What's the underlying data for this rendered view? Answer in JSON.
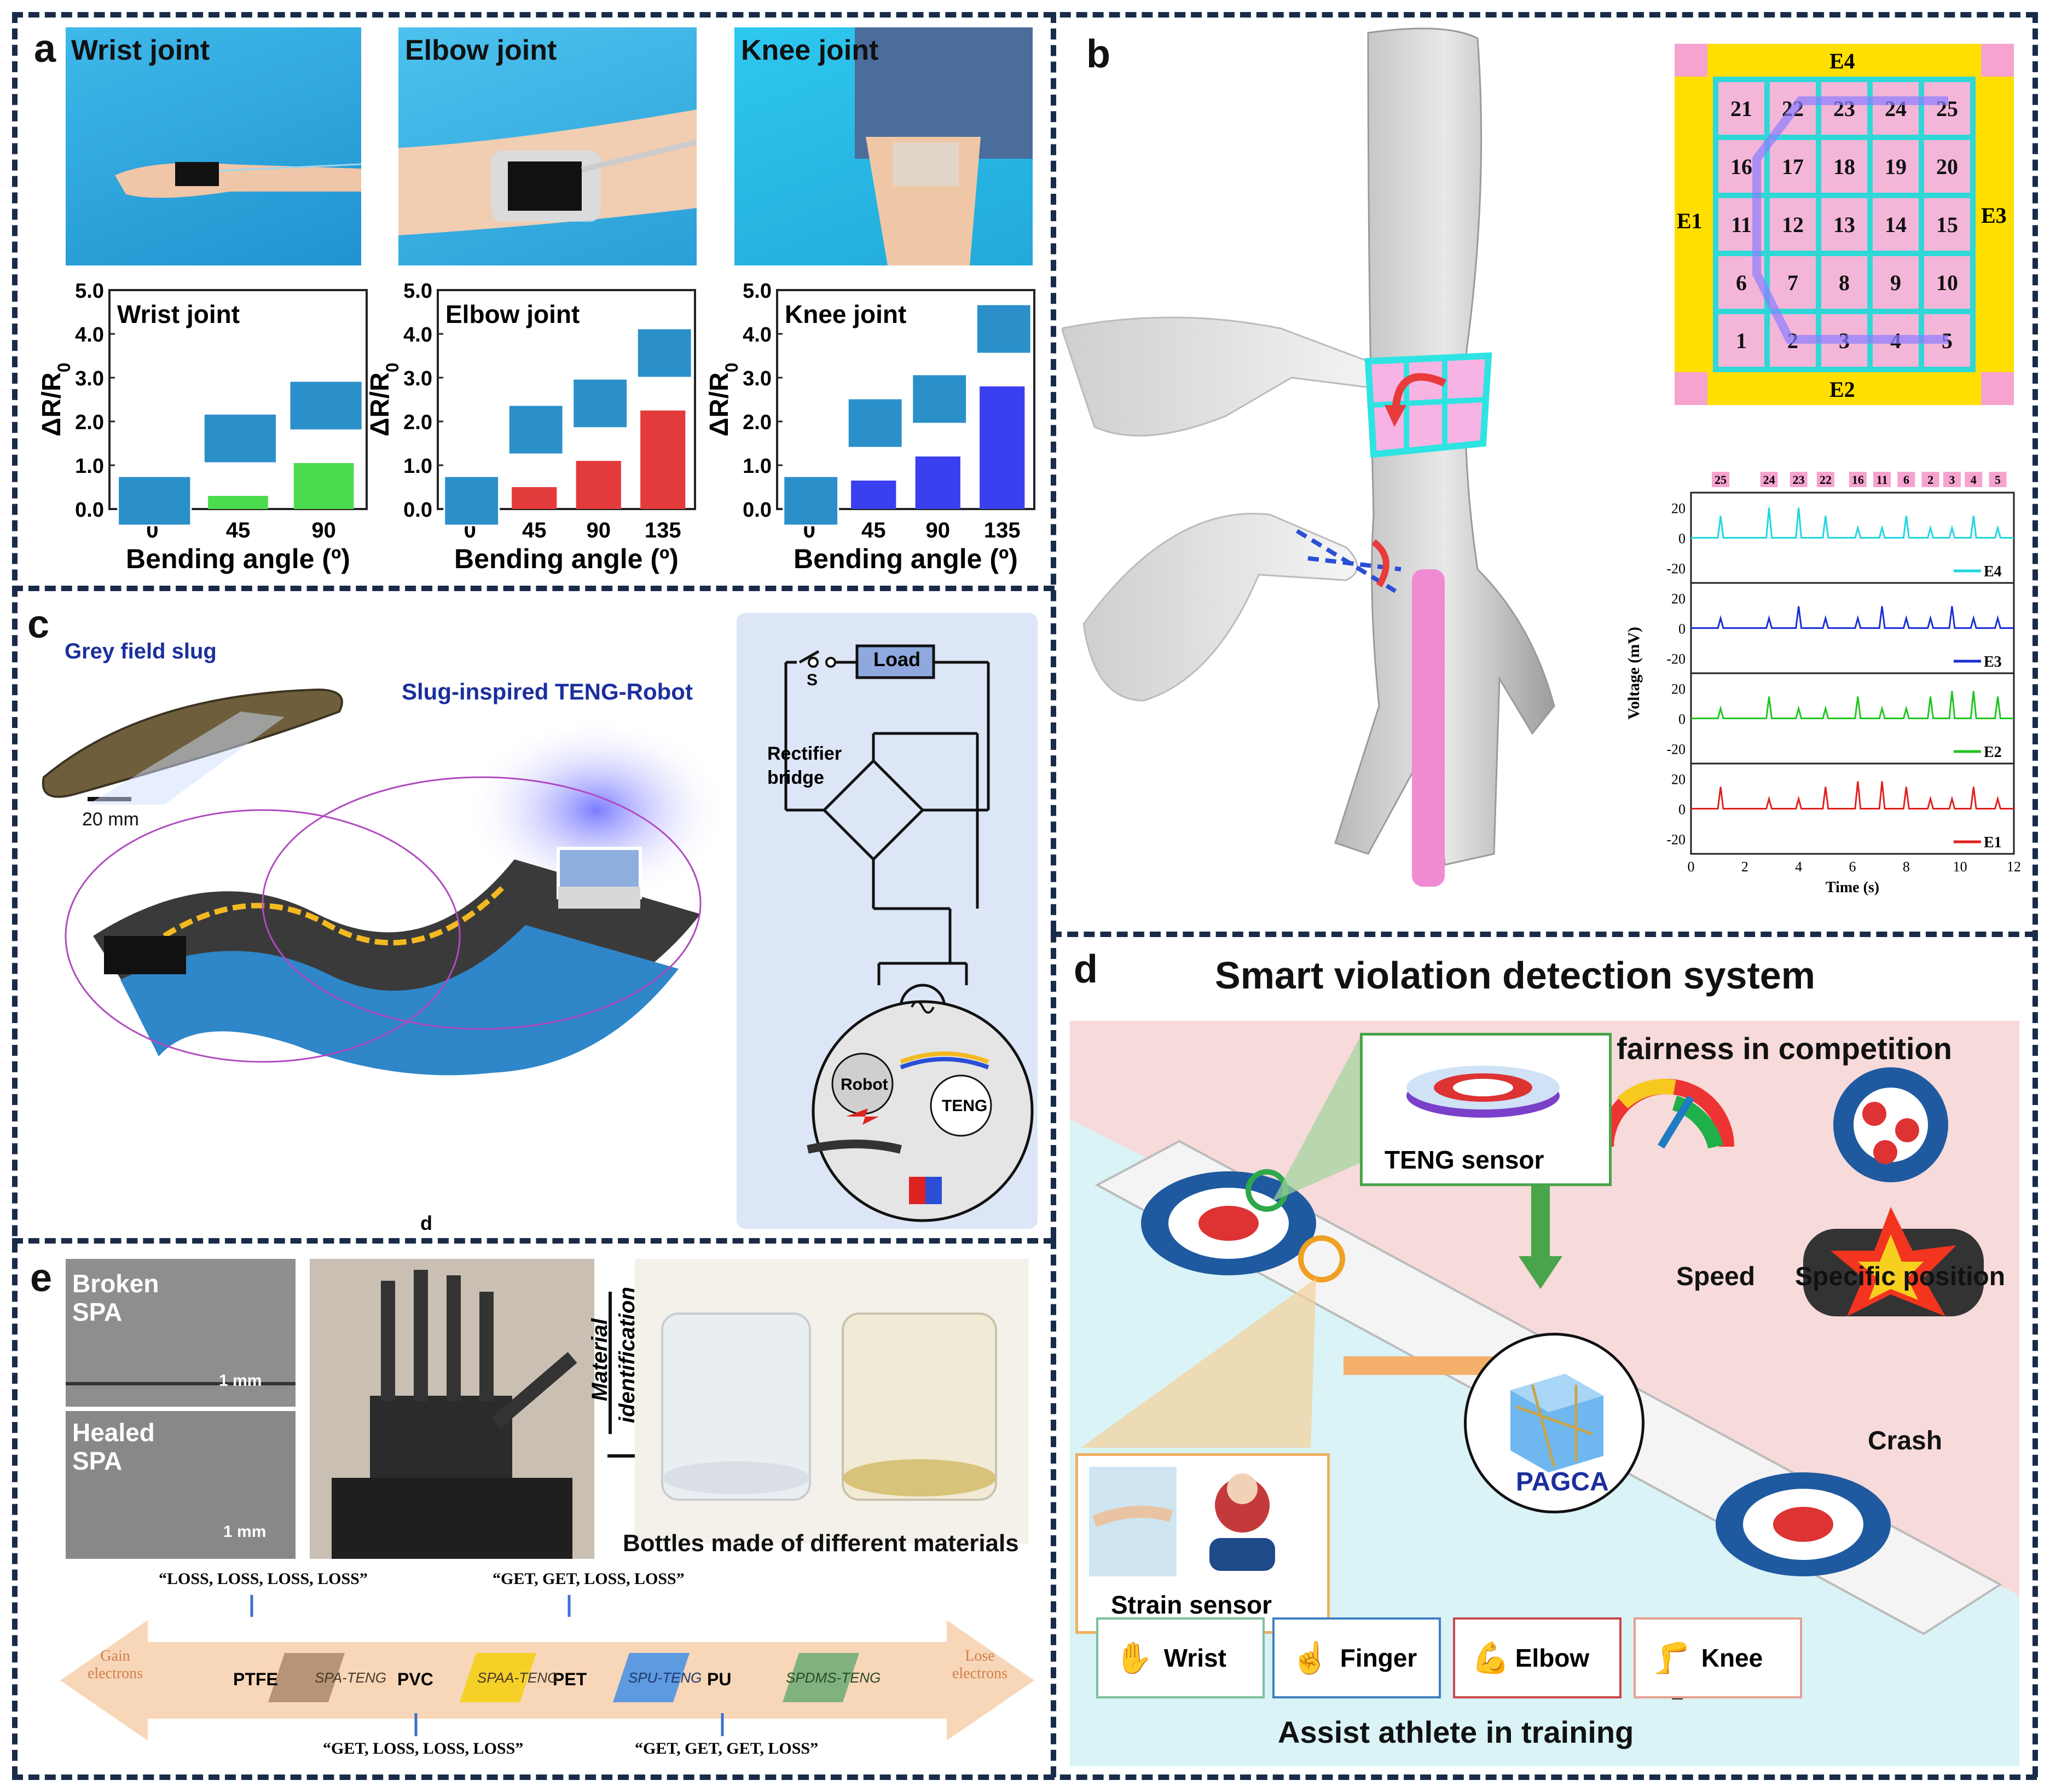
{
  "panel_letters": {
    "a": "a",
    "b": "b",
    "c": "c",
    "d": "d",
    "e": "e"
  },
  "panel_a": {
    "photos": [
      "Wrist joint",
      "Elbow joint",
      "Knee joint"
    ],
    "colors": {
      "bg_blue": "#2aa7e0",
      "green": "#4cdb4c",
      "red": "#e33b3b",
      "blue": "#3a3ff0"
    },
    "y_axis_label": "ΔR/R",
    "y_axis_subscript": "0",
    "x_axis_label": "Bending angle (º)",
    "y_ticks": [
      "0.0",
      "1.0",
      "2.0",
      "3.0",
      "4.0",
      "5.0"
    ]
  },
  "chart_data": [
    {
      "type": "bar",
      "title": "Wrist joint",
      "categories": [
        "0",
        "45",
        "90"
      ],
      "values": [
        0.0,
        0.3,
        1.05
      ],
      "xlabel": "Bending angle (º)",
      "ylabel": "ΔR/R0",
      "ylim": [
        0,
        5
      ]
    },
    {
      "type": "bar",
      "title": "Elbow joint",
      "categories": [
        "0",
        "45",
        "90",
        "135"
      ],
      "values": [
        0.0,
        0.5,
        1.1,
        2.25
      ],
      "xlabel": "Bending angle (º)",
      "ylabel": "ΔR/R0",
      "ylim": [
        0,
        5
      ]
    },
    {
      "type": "bar",
      "title": "Knee joint",
      "categories": [
        "0",
        "45",
        "90",
        "135"
      ],
      "values": [
        0.0,
        0.65,
        1.2,
        2.8
      ],
      "xlabel": "Bending angle (º)",
      "ylabel": "ΔR/R0",
      "ylim": [
        0,
        5
      ]
    }
  ],
  "panel_b": {
    "grid_cells": [
      "21",
      "22",
      "23",
      "24",
      "25",
      "16",
      "17",
      "18",
      "19",
      "20",
      "11",
      "12",
      "13",
      "14",
      "15",
      "6",
      "7",
      "8",
      "9",
      "10",
      "1",
      "2",
      "3",
      "4",
      "5"
    ],
    "electrodes": {
      "top": "E4",
      "bottom": "E2",
      "left": "E1",
      "right": "E3"
    },
    "peak_labels": [
      "25",
      "24",
      "23",
      "22",
      "16",
      "11",
      "6",
      "2",
      "3",
      "4",
      "5"
    ],
    "traces": [
      {
        "name": "E4",
        "color": "#1fd6e0"
      },
      {
        "name": "E3",
        "color": "#1a2fd6"
      },
      {
        "name": "E2",
        "color": "#22c422"
      },
      {
        "name": "E1",
        "color": "#e02020"
      }
    ],
    "y_ticks": [
      "20",
      "0",
      "-20"
    ],
    "ylabel": "Voltage (mV)",
    "xlabel": "Time (s)",
    "x_ticks": [
      "0",
      "2",
      "4",
      "6",
      "8",
      "10",
      "12"
    ]
  },
  "panel_c": {
    "slug_label": "Grey field slug",
    "scale_bar": "20 mm",
    "robot_title": "Slug-inspired TENG-Robot",
    "switch_label": "S",
    "load_label": "Load",
    "rectifier_label_1": "Rectifier",
    "rectifier_label_2": "bridge",
    "robot_label": "Robot",
    "teng_label": "TENG",
    "d_caption": "d"
  },
  "panel_d": {
    "title": "Smart violation detection system",
    "subtitle_top": "Enhance fairness in competition",
    "teng_sensor": "TENG sensor",
    "speed": "Speed",
    "position": "Specific position",
    "crash": "Crash",
    "strain_sensor": "Strain sensor",
    "pagca": "PAGCA",
    "tags": [
      "Wrist",
      "Finger",
      "Elbow",
      "Knee"
    ],
    "bottom_text": "Assist athlete in training"
  },
  "panel_e": {
    "broken": [
      "Broken",
      "SPA"
    ],
    "healed": [
      "Healed",
      "SPA"
    ],
    "scale": "1 mm",
    "material_id": [
      "Material",
      "identification"
    ],
    "bottles_caption": "Bottles made of different materials",
    "arrow_left": [
      "Gain",
      "electrons"
    ],
    "arrow_right": [
      "Lose",
      "electrons"
    ],
    "materials": [
      "PTFE",
      "PVC",
      "PET",
      "PU"
    ],
    "tengs": [
      "SPA-TENG",
      "SPAA-TENG",
      "SPU-TENG",
      "SPDMS-TENG"
    ],
    "top_labels": [
      "“LOSS, LOSS, LOSS, LOSS”",
      "“GET, GET, LOSS, LOSS”"
    ],
    "bottom_labels": [
      "“GET, LOSS, LOSS, LOSS”",
      "“GET, GET, GET, LOSS”"
    ]
  }
}
